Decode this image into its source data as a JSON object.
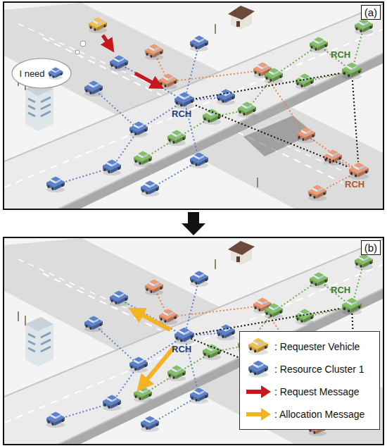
{
  "diagram": {
    "nodes": [
      {
        "text": [
          "(a)"
        ]
      },
      {
        "text": [
          "I need"
        ],
        "in": 0
      },
      {
        "text": [
          "RCH"
        ],
        "in": 0
      },
      {
        "text": [
          "RCH"
        ],
        "in": 0
      },
      {
        "text": [
          "RCH"
        ],
        "in": 0
      },
      {
        "text": [
          "(b)"
        ]
      },
      {
        "text": [
          "RCH"
        ],
        "in": 5
      },
      {
        "text": [
          "RCH"
        ],
        "in": 5
      }
    ],
    "edges": [
      {
        "from": 0,
        "to": 5,
        "arrow": "to"
      },
      {
        "from": 2,
        "to": 3,
        "arrow": "none"
      },
      {
        "from": 2,
        "to": 4,
        "arrow": "none"
      },
      {
        "from": 3,
        "to": 4,
        "arrow": "none"
      },
      {
        "from": 6,
        "to": 7,
        "arrow": "none"
      }
    ],
    "legend": [
      {
        "text": ": Requester Vehicle"
      },
      {
        "text": ": Resource Cluster 1"
      },
      {
        "text": ": Request Message"
      },
      {
        "text": ": Allocation Message"
      }
    ]
  }
}
